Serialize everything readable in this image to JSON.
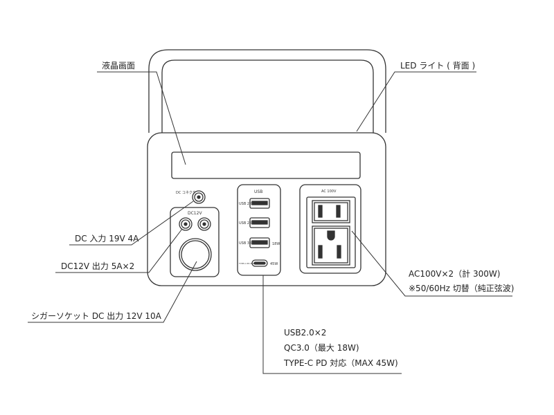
{
  "labels": {
    "lcd": "液晶画面",
    "led": "LED ライト ( 背面 )",
    "dc_in": "DC 入力 19V 4A",
    "dc12_out": "DC12V 出力 5A×2",
    "cigar": "シガーソケット DC 出力 12V 10A",
    "usb": [
      "USB2.0×2",
      "QC3.0（最大 18W)",
      "TYPE-C PD 対応（MAX 45W)"
    ],
    "ac": [
      "AC100V×2（計 300W)",
      "※50/60Hz 切替（純正弦波)"
    ]
  },
  "panel": {
    "dc_connector": "DC コネクタ",
    "dc12v": "DC12V",
    "usb_title": "USB",
    "usb_ports": [
      "USB 2.0",
      "USB 2.0",
      "USB 3.0",
      "TYPE-C PD PORT"
    ],
    "usb_port_notes": [
      "",
      "",
      "18W",
      "45W"
    ],
    "ac_title": "AC 100V"
  },
  "colors": {
    "line": "#333333"
  }
}
